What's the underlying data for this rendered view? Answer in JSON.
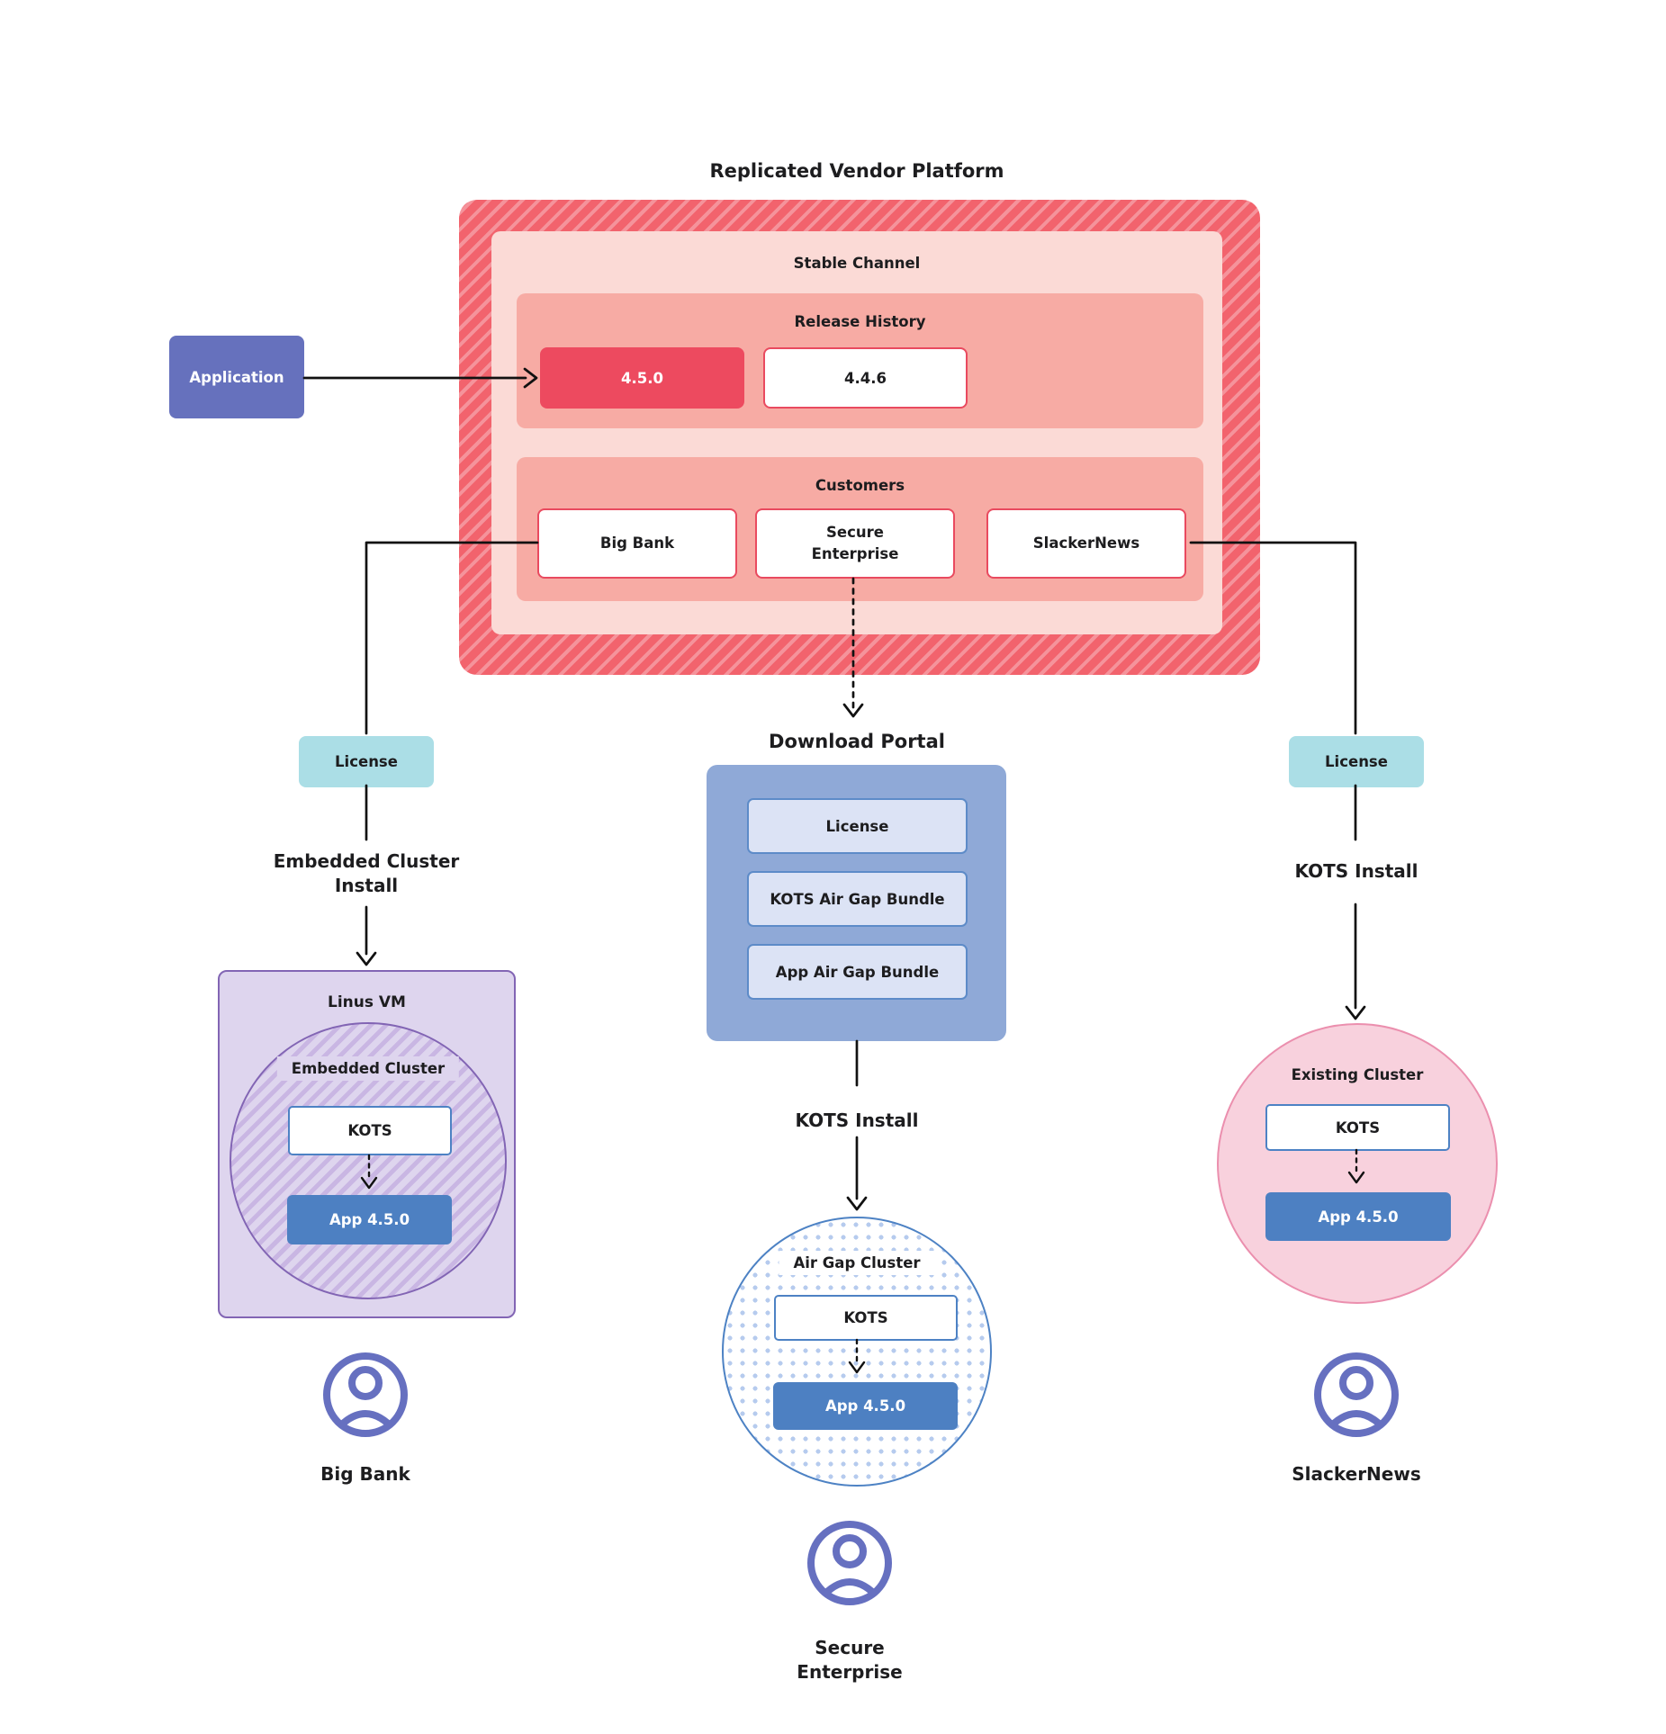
{
  "title": "Replicated Vendor Platform",
  "platform": {
    "stable_channel_label": "Stable Channel",
    "release_history_label": "Release History",
    "releases": [
      {
        "version": "4.5.0",
        "highlighted": true
      },
      {
        "version": "4.4.6",
        "highlighted": false
      }
    ],
    "customers_label": "Customers",
    "customers": [
      {
        "name": "Big Bank"
      },
      {
        "name": "Secure\nEnterprise"
      },
      {
        "name": "SlackerNews"
      }
    ]
  },
  "application_label": "Application",
  "flows": {
    "left": {
      "license_label": "License",
      "install_label": "Embedded Cluster\nInstall",
      "vm_label": "Linus VM",
      "cluster_label": "Embedded Cluster",
      "kots_label": "KOTS",
      "app_label": "App 4.5.0",
      "user_label": "Big Bank"
    },
    "middle": {
      "portal_title": "Download  Portal",
      "portal_items": [
        {
          "label": "License"
        },
        {
          "label": "KOTS Air Gap Bundle"
        },
        {
          "label": "App Air Gap Bundle"
        }
      ],
      "install_label": "KOTS Install",
      "cluster_label": "Air Gap Cluster",
      "kots_label": "KOTS",
      "app_label": "App 4.5.0",
      "user_label": "Secure\nEnterprise"
    },
    "right": {
      "license_label": "License",
      "install_label": "KOTS Install",
      "cluster_label": "Existing Cluster",
      "kots_label": "KOTS",
      "app_label": "App 4.5.0",
      "user_label": "SlackerNews"
    }
  },
  "colors": {
    "platform_hatch": "#f2636d",
    "platform_hatch_light": "#f5939b",
    "stable_channel_bg": "#fbdad6",
    "section_bg": "#f7aba4",
    "release_highlight_bg": "#ed4a5f",
    "red_border": "#e94a5f",
    "application_bg": "#6671bd",
    "license_bg": "#abdee6",
    "portal_bg": "#8fa9d7",
    "portal_item_bg": "#dce3f5",
    "portal_item_border": "#5d8bc8",
    "app_blue": "#4d80c2",
    "vm_bg": "#ded5ee",
    "vm_border": "#8265b4",
    "existing_cluster_bg": "#f8d1dd",
    "existing_cluster_border": "#eb8fae",
    "airgap_dot": "#b6cbee",
    "user_icon": "#6670c0",
    "connector": "#111111"
  }
}
